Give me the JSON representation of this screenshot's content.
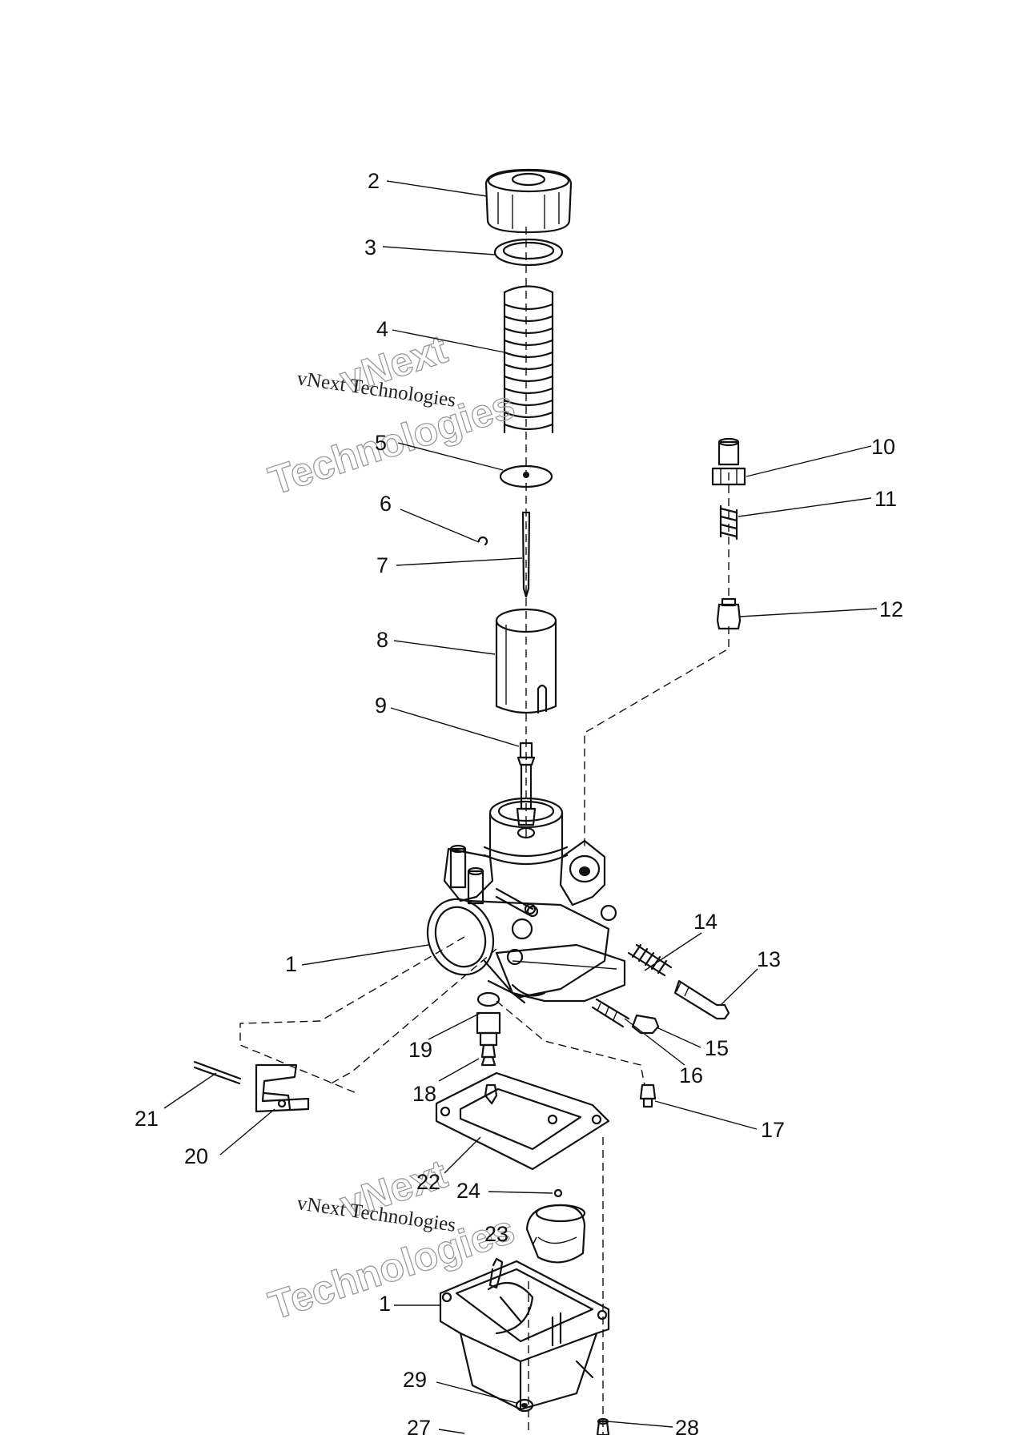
{
  "watermark": {
    "script_text": "vNext Technologies",
    "outline_line1": "vNext",
    "outline_line2": "Technologies"
  },
  "callouts": [
    {
      "id": "c2",
      "label": "2"
    },
    {
      "id": "c3",
      "label": "3"
    },
    {
      "id": "c4",
      "label": "4"
    },
    {
      "id": "c5",
      "label": "5"
    },
    {
      "id": "c6",
      "label": "6"
    },
    {
      "id": "c7",
      "label": "7"
    },
    {
      "id": "c8",
      "label": "8"
    },
    {
      "id": "c9",
      "label": "9"
    },
    {
      "id": "c10",
      "label": "10"
    },
    {
      "id": "c11",
      "label": "11"
    },
    {
      "id": "c12",
      "label": "12"
    },
    {
      "id": "c1a",
      "label": "1"
    },
    {
      "id": "c14",
      "label": "14"
    },
    {
      "id": "c13",
      "label": "13"
    },
    {
      "id": "c15",
      "label": "15"
    },
    {
      "id": "c16",
      "label": "16"
    },
    {
      "id": "c17",
      "label": "17"
    },
    {
      "id": "c19",
      "label": "19"
    },
    {
      "id": "c18",
      "label": "18"
    },
    {
      "id": "c21",
      "label": "21"
    },
    {
      "id": "c20",
      "label": "20"
    },
    {
      "id": "c22",
      "label": "22"
    },
    {
      "id": "c24",
      "label": "24"
    },
    {
      "id": "c23",
      "label": "23"
    },
    {
      "id": "c1b",
      "label": "1"
    },
    {
      "id": "c29",
      "label": "29"
    },
    {
      "id": "c27",
      "label": "27"
    },
    {
      "id": "c28",
      "label": "28"
    }
  ]
}
